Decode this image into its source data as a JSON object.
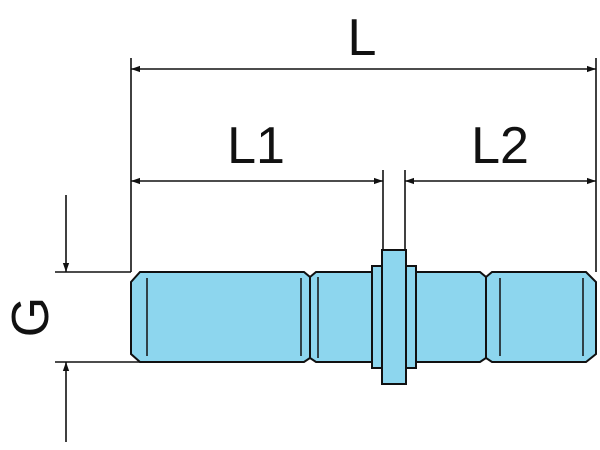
{
  "labels": {
    "overall_length": "L",
    "length_1": "L1",
    "length_2": "L2",
    "thread": "G"
  },
  "colors": {
    "part_fill": "#8dd6ee",
    "outline": "#111111",
    "background": "#ffffff"
  }
}
